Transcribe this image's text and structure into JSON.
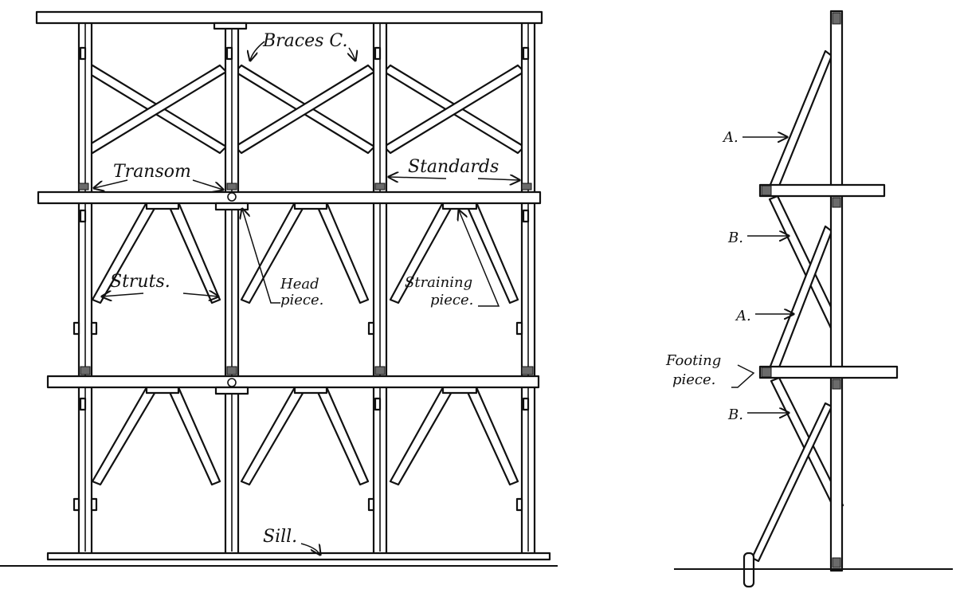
{
  "front_elevation": {
    "labels": {
      "braces": "Braces C.",
      "transom": "Transom",
      "standards": "Standards",
      "struts": "Struts.",
      "head_piece_line1": "Head",
      "head_piece_line2": "piece.",
      "straining_piece_line1": "Straining",
      "straining_piece_line2": "piece.",
      "sill": "Sill."
    }
  },
  "side_elevation": {
    "labels": {
      "a_upper": "A.",
      "b_upper": "B.",
      "a_lower": "A.",
      "b_lower": "B.",
      "footing_piece_line1": "Footing",
      "footing_piece_line2": "piece."
    }
  }
}
